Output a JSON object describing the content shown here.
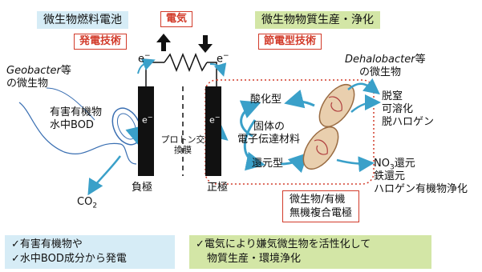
{
  "header": {
    "left_title": "微生物燃料電池",
    "left_tag": "発電技術",
    "center_tag": "電気",
    "right_title": "微生物物質生産・浄化",
    "right_tag": "節電型技術"
  },
  "left": {
    "microbe_species": "Geobacter",
    "microbe_suffix": "等",
    "microbe_line2": "の微生物",
    "substrate_line1": "有害有機物",
    "substrate_line2": "水中BOD",
    "co2": "CO",
    "co2_sub": "2",
    "electron_left": "e",
    "electrode_label": "負極"
  },
  "center": {
    "membrane_label": "プロトン交換膜"
  },
  "right": {
    "electron_right": "e",
    "electrode_label": "正極",
    "oxidized": "酸化型",
    "reduced": "還元型",
    "material_line1": "固体の",
    "material_line2": "電子伝達材料",
    "microbe_species": "Dehalobacter",
    "microbe_suffix": "等",
    "microbe_line2": "の微生物",
    "products": [
      "脱窒",
      "可溶化",
      "脱ハロゲン"
    ],
    "reduction_line1_pre": "NO",
    "reduction_line1_sub": "3",
    "reduction_line1_post": "還元",
    "reduction_line2": "鉄還元",
    "reduction_line3": "ハロゲン有機物浄化",
    "composite_line1": "微生物/有機",
    "composite_line2": "無機複合電極"
  },
  "footer": {
    "left_line1": "✓有害有機物や",
    "left_line2": "✓水中BOD成分から発電",
    "right_line1": "✓電気により嫌気微生物を活性化して",
    "right_line2": "物質生産・環境浄化"
  },
  "colors": {
    "accent_red": "#d23b2a",
    "blue_box": "#d6ecf6",
    "green_box": "#d3e6a6",
    "arrow_blue": "#3aa0c9"
  }
}
